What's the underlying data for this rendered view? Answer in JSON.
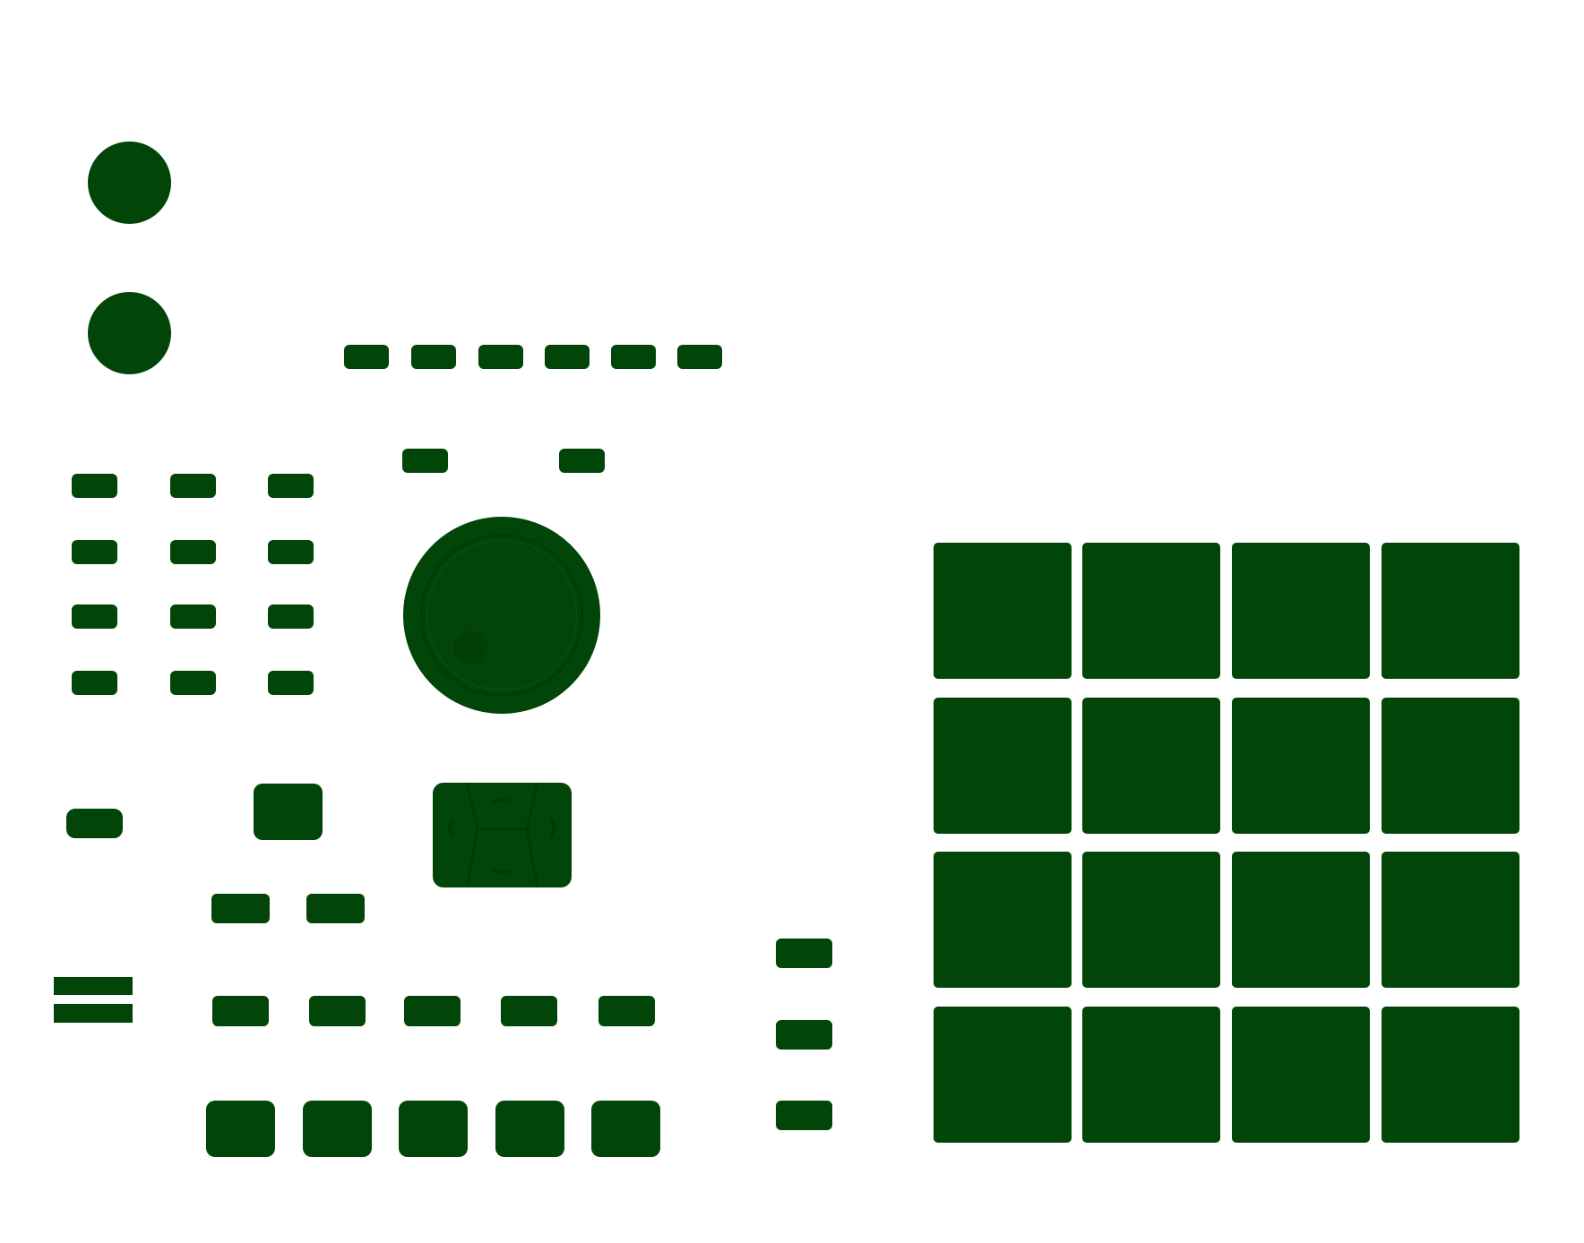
{
  "theme": {
    "control_color": "#014508",
    "background": "#ffffff",
    "accent_dark": "#013d06"
  },
  "controls": {
    "knobs_top": {
      "count": 2,
      "icon": "round-knob"
    },
    "main_encoder": {
      "icon": "encoder-knob-icon"
    },
    "dpad": {
      "icons": [
        "arrow-up-icon",
        "arrow-down-icon",
        "arrow-left-icon",
        "arrow-right-icon"
      ]
    },
    "menu": {
      "icon": "hamburger-icon"
    },
    "pads": {
      "rows": 4,
      "columns": 4
    }
  }
}
